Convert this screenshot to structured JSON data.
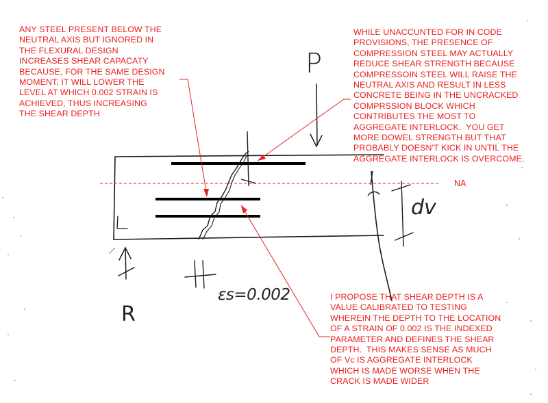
{
  "annotations": {
    "steel_below_na": "ANY STEEL PRESENT BELOW THE\nNEUTRAL AXIS BUT IGNORED IN\nTHE FLEXURAL DESIGN\nINCREASES SHEAR CAPACATY\nBECAUSE, FOR THE SAME DESIGN\nMOMENT, IT WILL LOWER THE\nLEVEL AT WHICH 0.002 STRAIN IS\nACHIEVED, THUS INCREASING\nTHE SHEAR DEPTH",
    "compression_steel": "WHILE UNACCUNTED FOR IN CODE\nPROVISIONS, THE PRESENCE OF\nCOMPRESSION STEEL MAY ACTUALLY\nREDUCE SHEAR STRENGTH BECAUSE\nCOMPRESSOIN STEEL WILL RAISE THE\nNEUTRAL AXIS AND RESULT IN LESS\nCONCRETE BEING IN THE UNCRACKED\nCOMPRSSION BLOCK WHICH\nCONTRIBUTES THE MOST TO\nAGGREGATE INTERLOCK.  YOU GET\nMORE DOWEL STRENGTH BUT THAT\nPROBABLY DOESN'T KICK IN UNTIL THE\nAGGREGATE INTERLOCK IS OVERCOME.",
    "proposal": "I PROPOSE THAT SHEAR DEPTH IS A\nVALUE CALIBRATED TO TESTING\nWHEREIN THE DEPTH TO THE LOCATION\nOF A STRAIN OF 0.002 IS THE INDEXED\nPARAMETER AND DEFINES THE SHEAR\nDEPTH.  THIS MAKES SENSE AS MUCH\nOF Vc IS AGGREGATE INTERLOCK\nWHICH IS MADE WORSE WHEN THE\nCRACK IS MADE WIDER"
  },
  "labels": {
    "neutral_axis": "NA",
    "strain": "εs=0.002",
    "reaction": "R",
    "load": "P",
    "shear_depth": "dv"
  },
  "colors": {
    "annotation": "#e8201e",
    "sketch": "#1a1a1a"
  }
}
